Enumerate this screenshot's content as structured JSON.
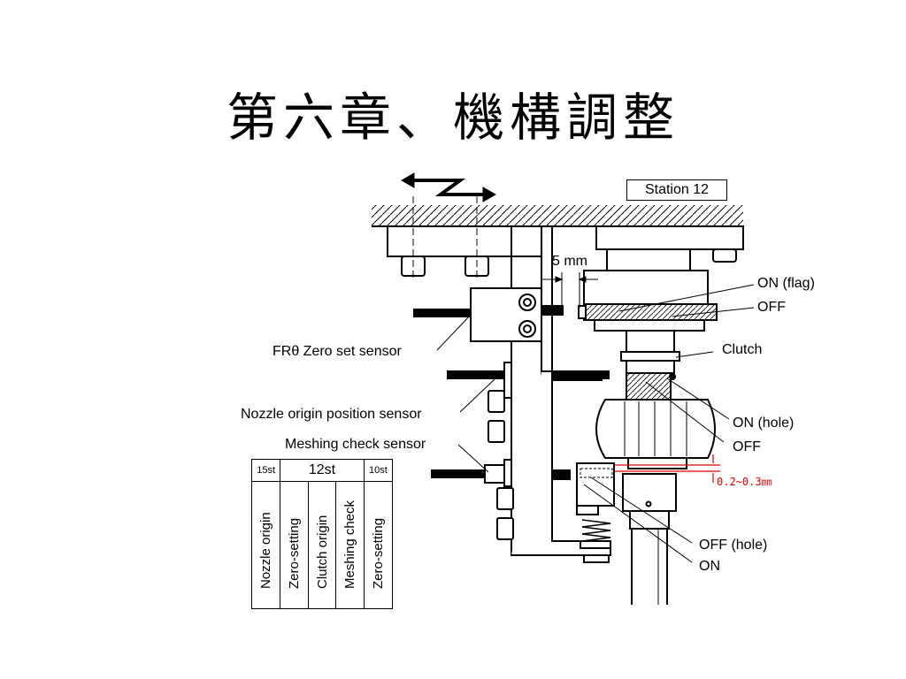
{
  "title": "第六章、機構調整",
  "station": "Station 12",
  "dimension": "5 mm",
  "sensors": {
    "zero_set": "FRθ  Zero set sensor",
    "nozzle_origin": "Nozzle origin position sensor",
    "meshing_check": "Meshing check sensor"
  },
  "table": {
    "headers": [
      "15st",
      "12st",
      "10st"
    ],
    "columns": [
      "Nozzle origin",
      "Zero-setting",
      "Clutch origin",
      "Meshing check",
      "Zero-setting"
    ]
  },
  "callouts": {
    "on_flag": "ON (flag)",
    "off_flag": "OFF",
    "clutch": "Clutch",
    "on_hole": "ON (hole)",
    "off_hole_upper": "OFF",
    "gap": "0.2~0.3㎜",
    "off_hole": "OFF (hole)",
    "on": "ON"
  },
  "colors": {
    "ink": "#000000",
    "accent": "#e00000",
    "background": "#ffffff"
  }
}
